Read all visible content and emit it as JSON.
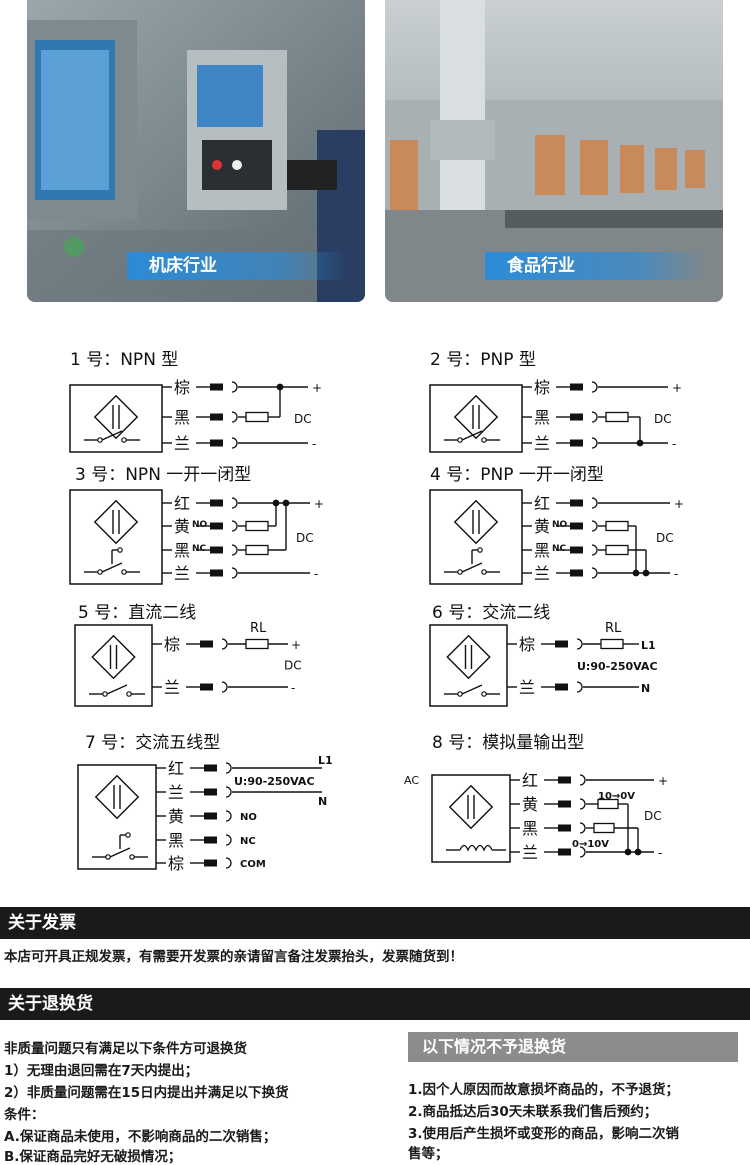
{
  "photos": [
    {
      "label": "机床行业"
    },
    {
      "label": "食品行业"
    }
  ],
  "diagrams": [
    {
      "title": "1 号：NPN 型",
      "wires": [
        "棕",
        "黑",
        "兰"
      ],
      "dc": "DC"
    },
    {
      "title": "2 号：PNP 型",
      "wires": [
        "棕",
        "黑",
        "兰"
      ],
      "dc": "DC"
    },
    {
      "title": "3 号：NPN 一开一闭型",
      "wires": [
        "红",
        "黄",
        "黑",
        "兰"
      ],
      "tags": [
        "NO",
        "NC"
      ],
      "dc": "DC"
    },
    {
      "title": "4 号：PNP 一开一闭型",
      "wires": [
        "红",
        "黄",
        "黑",
        "兰"
      ],
      "tags": [
        "NO",
        "NC"
      ],
      "dc": "DC"
    },
    {
      "title": "5 号：直流二线",
      "wires": [
        "棕",
        "兰"
      ],
      "rl": "RL",
      "dc": "DC"
    },
    {
      "title": "6 号：交流二线",
      "wires": [
        "棕",
        "兰"
      ],
      "rl": "RL",
      "l1": "L1",
      "voltage": "U:90-250VAC",
      "n": "N"
    },
    {
      "title": "7 号：交流五线型",
      "wires": [
        "红",
        "兰",
        "黄",
        "黑",
        "棕"
      ],
      "l1": "L1",
      "voltage": "U:90-250VAC",
      "n": "N",
      "outputs": [
        "NO",
        "NC",
        "COM"
      ]
    },
    {
      "title": "8 号：模拟量输出型",
      "wires": [
        "红",
        "黄",
        "黑",
        "兰"
      ],
      "ranges": [
        "10→0V",
        "0→10V"
      ],
      "dc": "DC",
      "stray": "AC"
    }
  ],
  "invoice": {
    "heading": "关于发票",
    "text": "本店可开具正规发票，有需要开发票的亲请留言备注发票抬头，发票随货到！"
  },
  "returns": {
    "heading": "关于退换货",
    "left": [
      "非质量问题只有满足以下条件方可退换货",
      "1）无理由退回需在7天内提出；",
      "2）非质量问题需在15日内提出并满足以下换货",
      "条件：",
      "A.保证商品未使用，不影响商品的二次销售；",
      "B.保证商品完好无破损情况；"
    ],
    "right_heading": "以下情况不予退换货",
    "right": [
      "1.因个人原因而故意损坏商品的，不予退货；",
      "2.商品抵达后30天未联系我们售后预约；",
      "3.使用后产生损坏或变形的商品，影响二次销",
      "售等；"
    ]
  }
}
